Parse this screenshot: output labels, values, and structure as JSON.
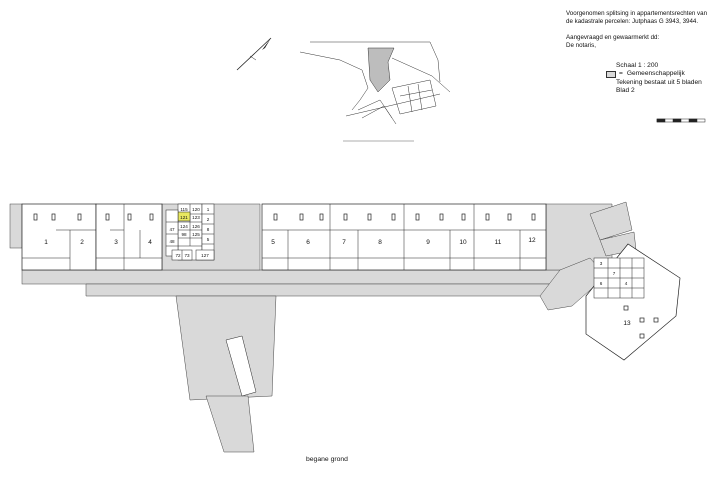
{
  "notes": {
    "line1": "Voorgenomen splitsing in appartementsrechten van",
    "line2": "de kadastrale percelen:  Jutphaas G  3943, 3944.",
    "line3": "Aangevraagd en gewaarmerkt dd:",
    "line4": "De notaris,"
  },
  "legend": {
    "scale": "Schaal  1 : 200",
    "common": "Gemeenschappelijk",
    "sheets": "Tekening bestaat uit 5 bladen",
    "sheet": "Blad 2"
  },
  "floor_label": "begane grond",
  "units": {
    "u1": "1",
    "u2": "2",
    "u3": "3",
    "u4": "4",
    "u5": "5",
    "u6": "6",
    "u7": "7",
    "u8": "8",
    "u9": "9",
    "u10": "10",
    "u11": "11",
    "u12": "12",
    "u13": "13"
  },
  "small_units": [
    "115",
    "120",
    "121",
    "123",
    "8",
    "124",
    "126",
    "47",
    "48",
    "127",
    "5",
    "72",
    "73",
    "1",
    "2",
    "3",
    "7",
    "6",
    "4",
    "98",
    "125"
  ],
  "colors": {
    "common_fill": "#d9d9d9",
    "line": "#222222",
    "highlight": "#e8e860"
  }
}
